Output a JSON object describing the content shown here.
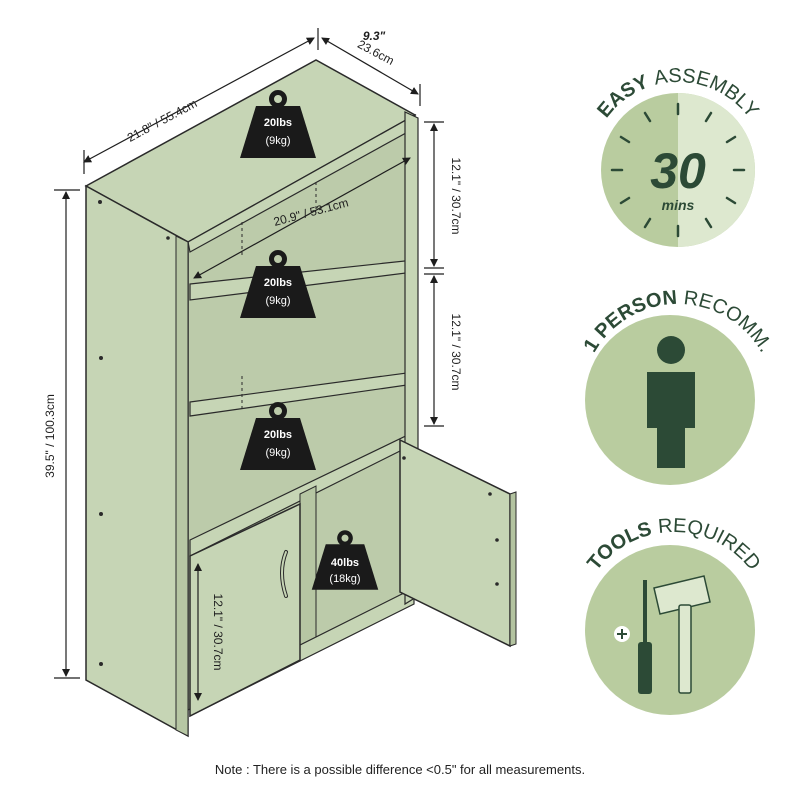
{
  "dimensions": {
    "width": "21.8\" / 55.4cm",
    "depth_in": "9.3\"",
    "depth_cm": "23.6cm",
    "height": "39.5\" / 100.3cm",
    "inner_width": "20.9\" / 53.1cm",
    "shelf_height_1": "12.1\" / 30.7cm",
    "shelf_height_2": "12.1\" / 30.7cm",
    "cabinet_height": "12.1\" / 30.7cm"
  },
  "weights": [
    {
      "lbs": "20lbs",
      "kg": "(9kg)"
    },
    {
      "lbs": "20lbs",
      "kg": "(9kg)"
    },
    {
      "lbs": "20lbs",
      "kg": "(9kg)"
    },
    {
      "lbs": "40lbs",
      "kg": "(18kg)"
    }
  ],
  "badges": {
    "assembly": {
      "bold": "EASY",
      "regular": "ASSEMBLY",
      "number": "30",
      "unit": "mins"
    },
    "person": {
      "bold": "1 PERSON",
      "regular": "RECOMM."
    },
    "tools": {
      "bold": "TOOLS",
      "regular": "REQUIRED"
    }
  },
  "note": "Note : There is a possible difference <0.5\" for all measurements.",
  "colors": {
    "panel": "#c6d5b5",
    "outline": "#2a2a2a",
    "badge_bg": "#b9cc9f",
    "badge_light": "#dde8cf",
    "dark_green": "#2c4a36",
    "weight_black": "#1a1a1a"
  },
  "icons": [
    "weight-icon",
    "clock-icon",
    "person-icon",
    "screwdriver-icon",
    "hammer-icon",
    "plus-icon"
  ]
}
